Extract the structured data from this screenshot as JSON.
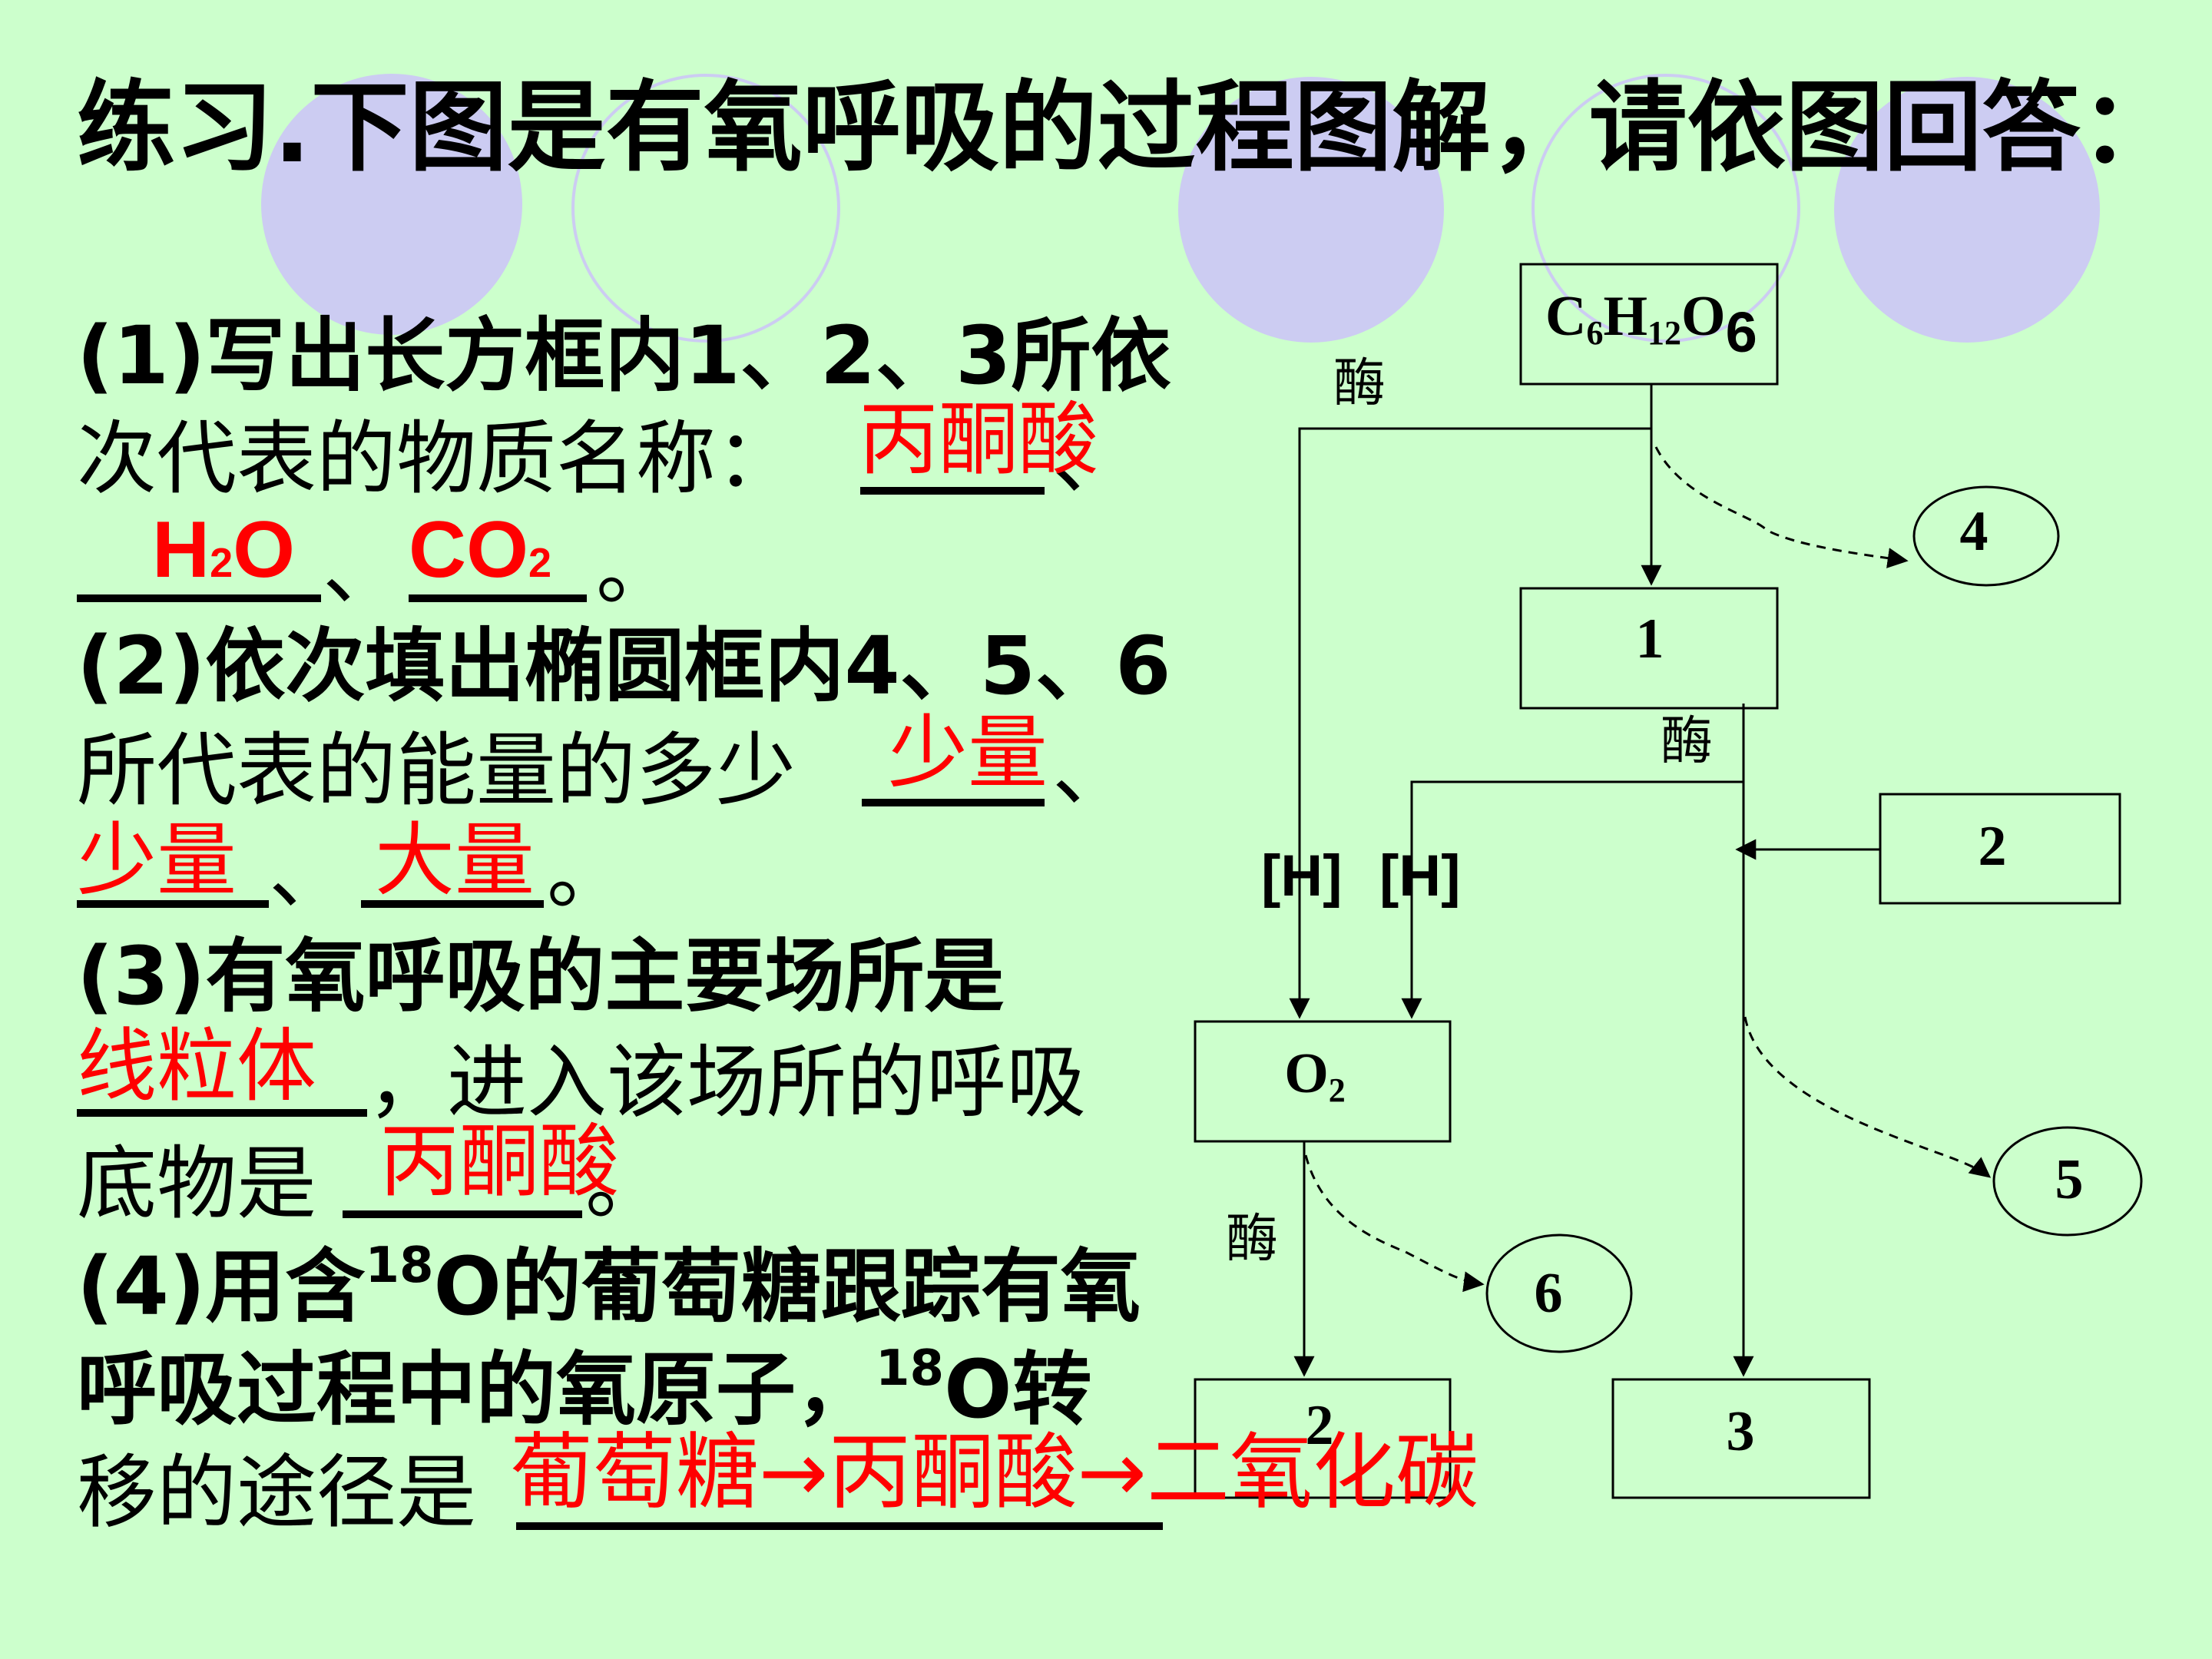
{
  "title": "练习.下图是有氧呼吸的过程图解，请依图回答：",
  "q1": {
    "line1": "(1)写出长方框内1、2、3所依",
    "line2": "次代表的物质名称：",
    "sep1": "、",
    "sep2": "、",
    "end": "。",
    "answers": {
      "a1": "丙酮酸",
      "a2_main": "H",
      "a2_sub": "2",
      "a2_tail": "O",
      "a3_main": "CO",
      "a3_sub": "2"
    }
  },
  "q2": {
    "line1": "(2)依次填出椭圆框内4、5、6",
    "line2": "所代表的能量的多少",
    "sep1": "、",
    "sep2": "、",
    "end": "。",
    "answers": {
      "a4": "少量",
      "a5": "少量",
      "a6": "大量"
    }
  },
  "q3": {
    "line1": "(3)有氧呼吸的主要场所是",
    "line2": "，进入该场所的呼吸",
    "line3": "底物是",
    "end": "。",
    "answers": {
      "site": "线粒体",
      "substrate": "丙酮酸"
    }
  },
  "q4": {
    "line1_a": "(4)用含",
    "line1_sup": "18",
    "line1_b": "O的葡萄糖跟踪有氧",
    "line2_a": "呼吸过程中的氧原子，",
    "line2_sup": "18",
    "line2_b": "O转",
    "line3": "移的途径是",
    "answer": "葡萄糖→丙酮酸→二氧化碳"
  },
  "diagram": {
    "glucose": {
      "c": "C",
      "c_sub": "6",
      "h": "H",
      "h_sub": "12",
      "o": "O",
      "o_sub": "6"
    },
    "box1": "1",
    "box2_right": "2",
    "box2_bottom": "2",
    "box3": "3",
    "o2": {
      "o": "O",
      "sub": "2"
    },
    "ellipse4": "4",
    "ellipse5": "5",
    "ellipse6": "6",
    "enzyme": "酶",
    "h_left": "[H]",
    "h_right": "[H]"
  },
  "colors": {
    "background": "#ccffcc",
    "answer": "#ff0000",
    "decoration": "#ccccf2"
  }
}
